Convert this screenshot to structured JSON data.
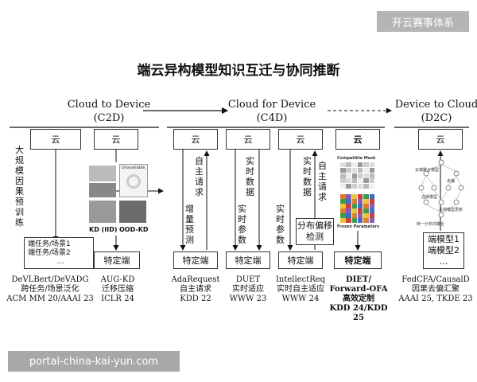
{
  "watermark": "开云赛事体系",
  "title": "端云异构模型知识互迁与协同推断",
  "sections": {
    "c2d": {
      "line1": "Cloud to Device",
      "line2": "(C2D)"
    },
    "c4d": {
      "line1": "Cloud for Device",
      "line2": "(C4D)"
    },
    "d2c": {
      "line1": "Device to Cloud",
      "line2": "(D2C)"
    }
  },
  "labels": {
    "cloud": "云",
    "device_end": "特定端",
    "c2d_vertical": "大规模因果预训练",
    "task1": "端任务/场景1",
    "task2": "端任务/场景2",
    "ellipsis": "…",
    "unavailable": "Unavailable",
    "kd_iid": "KD (IID)",
    "ood_kd": "OOD-KD",
    "autonomous_request": "自主请求",
    "incremental_predict": "增量预测",
    "realtime_data": "实时数据",
    "realtime_params": "实时参数",
    "dist_shift": "分布偏移检测",
    "compatible_mask": "Compatible Mask",
    "frozen_params": "Frozen Parameters",
    "end_model1": "端模型1",
    "end_model2": "端模型2",
    "d2c_small_top": "云端聚合模型",
    "d2c_small_mid": "边缘模型",
    "d2c_small_bottom": "本地模型更新",
    "d2c_small_foot": "统一分布式聚合",
    "d2c_small_side": "去偏"
  },
  "captions": [
    {
      "l1": "DeVLBert/DeVADG",
      "l2": "跨任务/场景泛化",
      "l3": "ACM MM 20/AAAI 23"
    },
    {
      "l1": "AUG-KD",
      "l2": "迁移压缩",
      "l3": "ICLR 24"
    },
    {
      "l1": "AdaRequest",
      "l2": "自主请求",
      "l3": "KDD 22"
    },
    {
      "l1": "DUET",
      "l2": "实时适应",
      "l3": "WWW 23"
    },
    {
      "l1": "IntellectReq",
      "l2": "实时自主适应",
      "l3": "WWW 24"
    },
    {
      "l1": "DIET/",
      "l2": "Forward-OFA",
      "l3": "高效定制",
      "l4": "KDD 24/KDD 25"
    },
    {
      "l1": "FedCFA/CausalD",
      "l2": "因果去偏汇聚",
      "l3": "AAAI 25, TKDE 23"
    }
  ],
  "footer": "portal-china-kai-yun.com",
  "colors": {
    "accent_orange": "#e07b2a",
    "accent_red": "#d63a3a",
    "accent_green": "#3d9b47",
    "accent_blue": "#3b6fc6",
    "watermark_bg": "#8a8a8a"
  }
}
